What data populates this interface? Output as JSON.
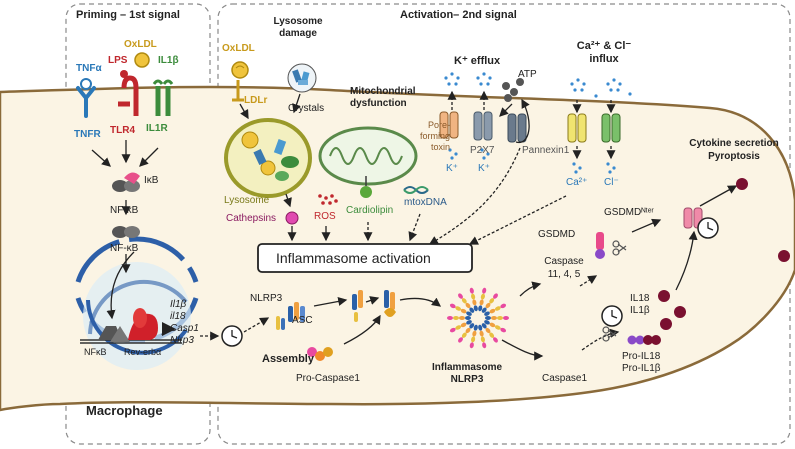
{
  "panels": {
    "priming_title": "Priming – 1st signal",
    "activation_title": "Activation– 2nd signal"
  },
  "cell": {
    "label": "Macrophage"
  },
  "priming": {
    "ligands": [
      "TNFα",
      "LPS",
      "OxLDL",
      "IL1β"
    ],
    "receptors": [
      "TNFR",
      "TLR4",
      "IL1R"
    ],
    "ikb": "IκB",
    "nfkb": "NF-κB",
    "nucleus": {
      "nfkb": "NFκB",
      "reverb": "Rev-erbα",
      "genes": [
        "Il1β",
        "il18",
        "Casp1",
        "Nlrp3"
      ]
    }
  },
  "lysosome": {
    "title": "Lysosome damage",
    "oxldl": "OxLDL",
    "ldlr": "LDLr",
    "crystals": "Crystals",
    "lysosome": "Lysosome",
    "cathepsins": "Cathepsins"
  },
  "mito": {
    "title": "Mitochondrial dysfunction",
    "ros": "ROS",
    "cardiolipin": "Cardiolipin",
    "mtoxdna": "mtoxDNA"
  },
  "k_efflux": {
    "title": "K⁺ efflux",
    "atp": "ATP",
    "pore": "Pore-forming toxin",
    "p2x7": "P2X7",
    "pannexin": "Pannexin1",
    "k": "K⁺"
  },
  "ca_cl": {
    "title": "Ca²⁺ & Cl⁻ influx",
    "ca": "Ca²⁺",
    "cl": "Cl⁻"
  },
  "center": {
    "inflammasome_activation": "Inflammasome activation"
  },
  "assembly": {
    "nlrp3": "NLRP3",
    "asc": "ASC",
    "title": "Assembly",
    "pro_caspase": "Pro-Caspase1",
    "inflammasome": "Inflammasome NLRP3"
  },
  "effector": {
    "gsdmd": "GSDMD",
    "gsdmd_nter": "GSDMDᴺᵗᵉʳ",
    "caspase_11": "Caspase 11, 4, 5",
    "caspase1": "Caspase1",
    "il18": "IL18",
    "il1b": "IL1β",
    "pro_il18": "Pro-IL18",
    "pro_il1b": "Pro-IL1β",
    "secretion": "Cytokine secretion Pyroptosis"
  },
  "colors": {
    "membrane": "#8a6a3a",
    "cytoplasm": "#fbf4e4",
    "tnf_blue": "#2a78b8",
    "lps_red": "#c0272d",
    "oxldl_gold": "#c89a1c",
    "il1_green": "#3c8c3c",
    "nucleus_blue": "#2d5fa8",
    "caspase_orange": "#e07a1a",
    "cytokine_maroon": "#7a1030"
  }
}
